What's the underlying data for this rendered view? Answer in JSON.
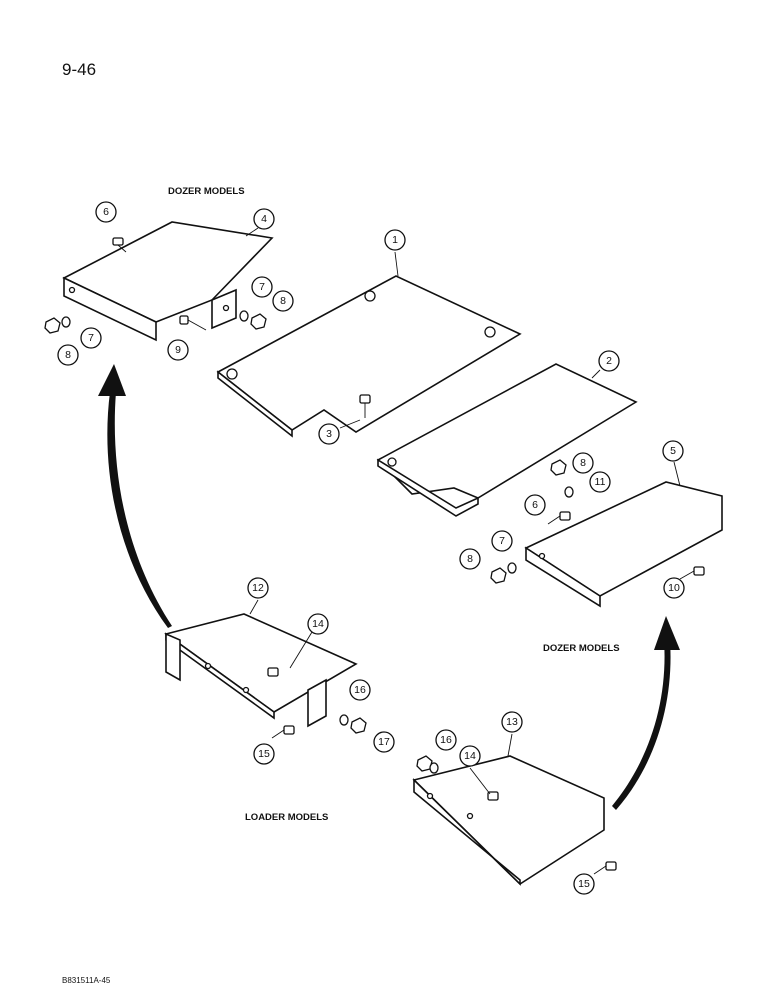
{
  "page": {
    "page_number": "9-46",
    "document_code": "B831511A-45"
  },
  "labels": {
    "dozer_models_top": "DOZER MODELS",
    "dozer_models_right": "DOZER MODELS",
    "loader_models": "LOADER MODELS"
  },
  "callouts": [
    "1",
    "2",
    "3",
    "4",
    "5",
    "6",
    "6",
    "7",
    "7",
    "7",
    "8",
    "8",
    "8",
    "8",
    "9",
    "10",
    "11",
    "12",
    "13",
    "14",
    "14",
    "15",
    "15",
    "16",
    "16",
    "17"
  ]
}
